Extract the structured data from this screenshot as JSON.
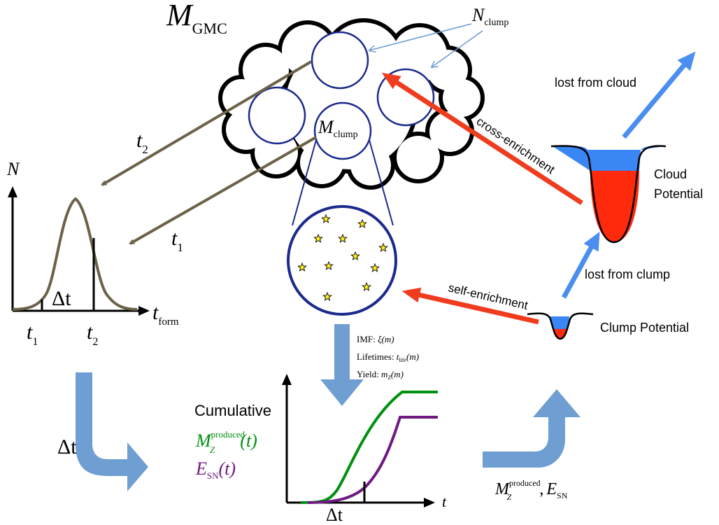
{
  "cloud": {
    "mass_symbol": "M",
    "mass_sub": "GMC",
    "clump_count_symbol": "N",
    "clump_count_sub": "clump",
    "clump_mass_symbol": "M",
    "clump_mass_sub": "clump"
  },
  "formation_times": {
    "t2_symbol": "t",
    "t2_sub": "2",
    "t1_symbol": "t",
    "t1_sub": "1"
  },
  "distribution_plot": {
    "y_label": "N",
    "x_symbol": "t",
    "x_sub": "form",
    "delta_label": "Δt",
    "tick1_symbol": "t",
    "tick1_sub": "1",
    "tick2_symbol": "t",
    "tick2_sub": "2"
  },
  "stellar_inputs": {
    "imf_label": "IMF: ",
    "imf_func": "ξ",
    "imf_arg": "(m)",
    "lifetimes_label": "Lifetimes: ",
    "lifetimes_func": "t",
    "lifetimes_sub": "life",
    "lifetimes_arg": "(m)",
    "yield_label": "Yield: ",
    "yield_func": "m",
    "yield_sub": "Z",
    "yield_arg": "(m)"
  },
  "cumulative_plot": {
    "heading": "Cumulative",
    "metal_symbol": "M",
    "metal_sub": "Z",
    "metal_sup": "produced",
    "metal_arg": "(t)",
    "energy_symbol": "E",
    "energy_sub": "SN",
    "energy_arg": "(t)",
    "x_axis_symbol": "t",
    "delta_label": "Δt",
    "colors": {
      "metals": "#00900f",
      "energy": "#6e1a80"
    }
  },
  "flow": {
    "delta_arrow_label": "Δt",
    "output_metal_symbol": "M",
    "output_metal_sub": "Z",
    "output_metal_sup": "produced",
    "output_separator": ",",
    "output_energy_symbol": "E",
    "output_energy_sub": "SN"
  },
  "potentials": {
    "cloud_label_1": "Cloud",
    "cloud_label_2": "Potential",
    "clump_label": "Clump Potential",
    "lost_from_cloud": "lost from cloud",
    "lost_from_clump": "lost from clump",
    "cross_enrichment": "cross-enrichment",
    "self_enrichment": "self-enrichment",
    "colors": {
      "enrichment": "#f03c1e",
      "loss": "#4a8ef0",
      "metal_fill": "#ff2a0c",
      "gas_fill": "#3a86f5"
    }
  },
  "colors": {
    "clump": "#1b2a8c",
    "time_arrows": "#6b6248",
    "flow_arrow": "#6f9fd2"
  }
}
